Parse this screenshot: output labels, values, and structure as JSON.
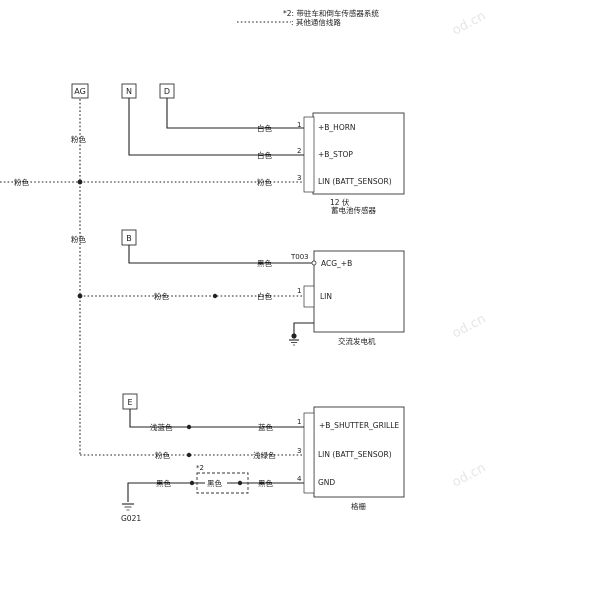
{
  "legend": {
    "note_line": "*2: 带驻车和倒车传感器系统",
    "dotted_line": ": 其他通信线路"
  },
  "watermark": "od.cn",
  "connectors": {
    "AG": "AG",
    "N": "N",
    "D": "D",
    "B": "B",
    "E": "E"
  },
  "wire_colors": {
    "pink": "粉色",
    "white": "白色",
    "black": "黑色",
    "light_blue": "浅蓝色",
    "blue": "蓝色",
    "light_green": "浅绿色"
  },
  "battery_sensor": {
    "pins": [
      "1",
      "2",
      "3"
    ],
    "pin_labels": [
      "+B_HORN",
      "+B_STOP",
      "LIN (BATT_SENSOR)"
    ],
    "title_line1": "12 伏",
    "title_line2": "蓄电池传感器"
  },
  "alternator": {
    "terminal": "T003",
    "pin1": "1",
    "pin_labels": [
      "ACG_+B",
      "LIN"
    ],
    "title": "交流发电机"
  },
  "shutter": {
    "pins": [
      "1",
      "3",
      "4"
    ],
    "pin_labels": [
      "+B_SHUTTER_GRILLE",
      "LIN (BATT_SENSOR)",
      "GND"
    ],
    "title": "格栅"
  },
  "ground": {
    "label": "G021",
    "note_mark": "*2"
  }
}
